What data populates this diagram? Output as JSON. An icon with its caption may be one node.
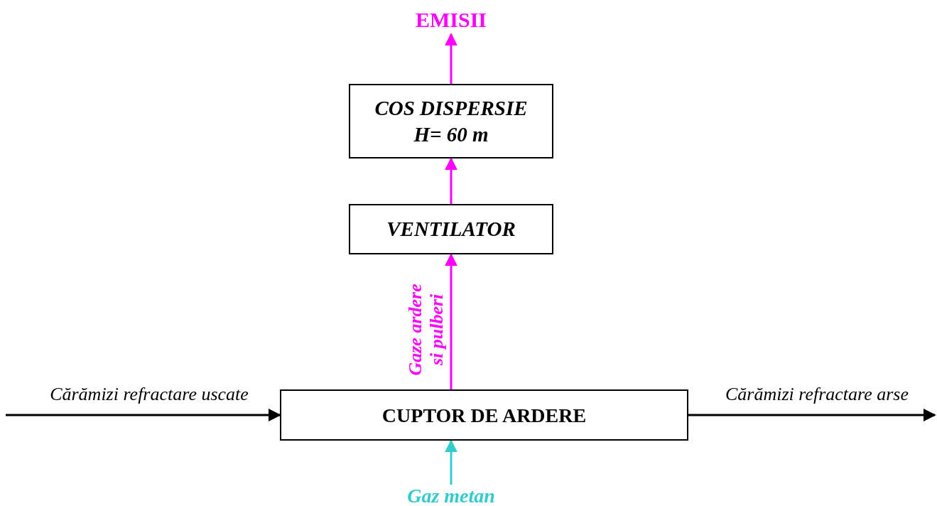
{
  "diagram": {
    "nodes": [
      {
        "text": [
          "EMISII"
        ]
      },
      {
        "text": [
          "COS DISPERSIE",
          "H= 60 m"
        ]
      },
      {
        "text": [
          "VENTILATOR"
        ]
      },
      {
        "text": [
          "CUPTOR DE ARDERE"
        ]
      },
      {
        "text": [
          "Gaz metan"
        ]
      }
    ],
    "edges": [
      {
        "from": 1,
        "to": 0,
        "arrow": "to",
        "color": "#ff00ff"
      },
      {
        "from": 2,
        "to": 1,
        "arrow": "to",
        "color": "#ff00ff"
      },
      {
        "from": 3,
        "to": 2,
        "arrow": "to",
        "color": "#ff00ff",
        "label": "Gaze ardere si pulberi"
      },
      {
        "from": null,
        "to": 3,
        "arrow": "to",
        "color": "#000000",
        "label": "Cărămizi refractare uscate"
      },
      {
        "from": 3,
        "to": null,
        "arrow": "to",
        "color": "#000000",
        "label": "Cărămizi refractare arse"
      },
      {
        "from": 4,
        "to": 3,
        "arrow": "to",
        "color": "#33cccc"
      }
    ]
  }
}
